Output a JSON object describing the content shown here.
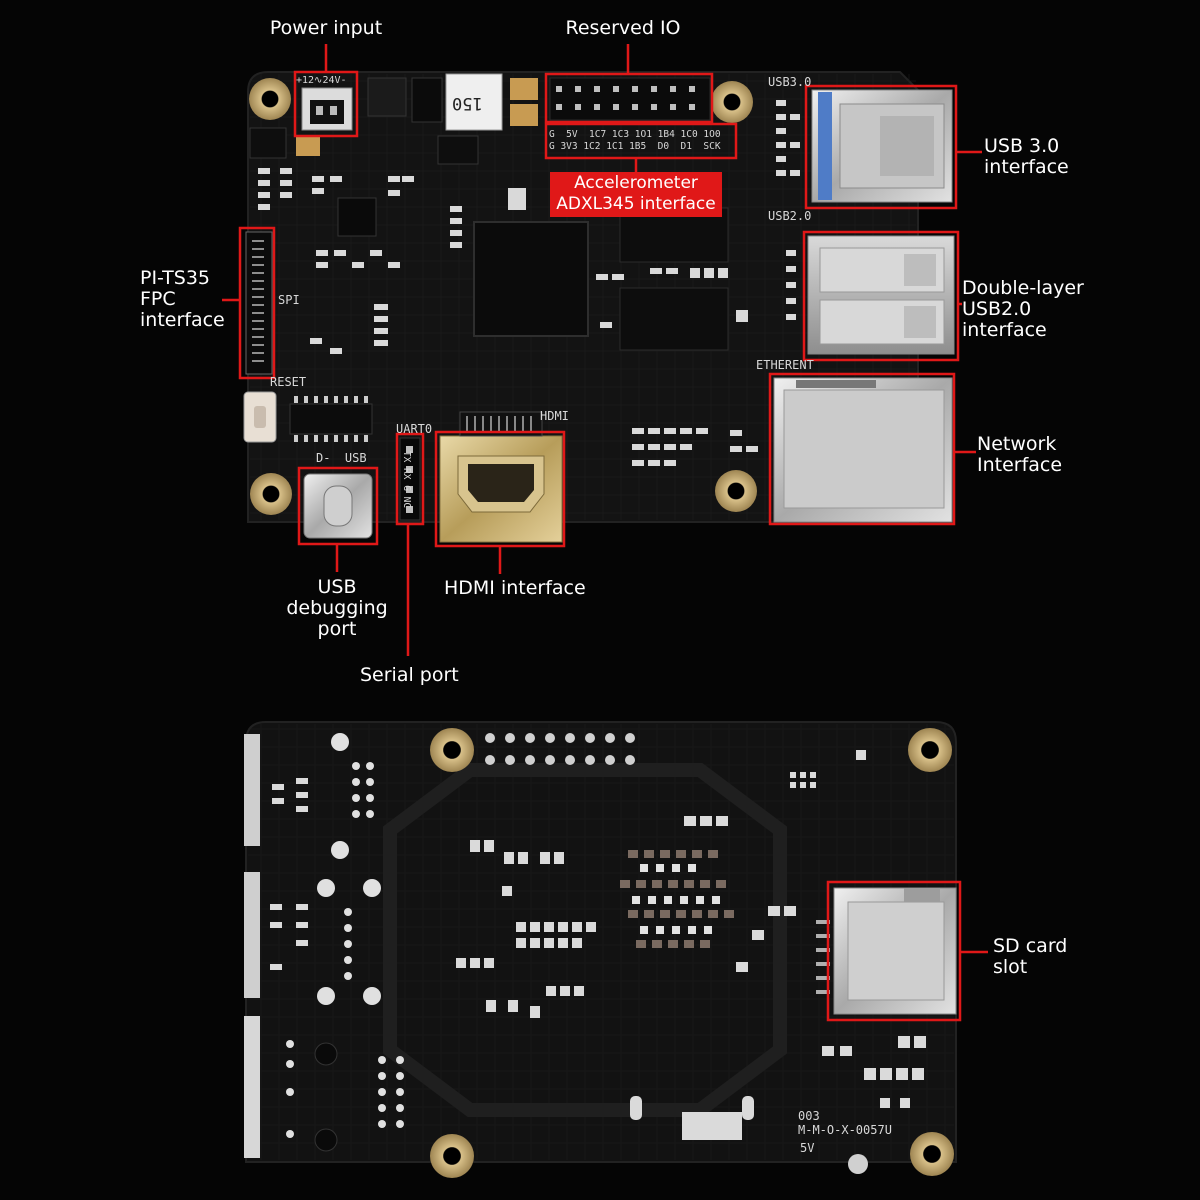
{
  "labels": {
    "power_input": "Power input",
    "reserved_io": "Reserved IO",
    "usb3": "USB 3.0\ninterface",
    "accelerometer": "Accelerometer\nADXL345 interface",
    "pi_ts35": "PI-TS35\nFPC\ninterface",
    "usb2": "Double-layer\nUSB2.0\ninterface",
    "network": "Network\nInterface",
    "usb_debug": "USB\ndebugging\nport",
    "hdmi": "HDMI interface",
    "serial": "Serial port",
    "sd_card": "SD card\nslot"
  },
  "silkscreen": {
    "voltage": "+12∿24V-",
    "chip_marking": "150",
    "pin_row_top": "G  5V  1C7 1C3 1O1 1B4 1C0 1O0",
    "pin_row_bottom": "G 3V3 1C2 1C1 1B5  D0  D1  SCK",
    "usb3": "USB3.0",
    "usb2": "USB2.0",
    "ethernet": "ETHERENT",
    "spi": "SPI",
    "reset": "RESET",
    "hdmi": "HDMI",
    "uart": "UART0",
    "uart_pins": "TX RX G NC",
    "debug_usb": "D-  USB",
    "back_code_1": "003",
    "back_code_2": "M-M-O-X-0057U",
    "back_5v": "5V"
  },
  "colors": {
    "background": "#050505",
    "board": "#141414",
    "highlight": "#e01818",
    "text": "#ffffff"
  }
}
